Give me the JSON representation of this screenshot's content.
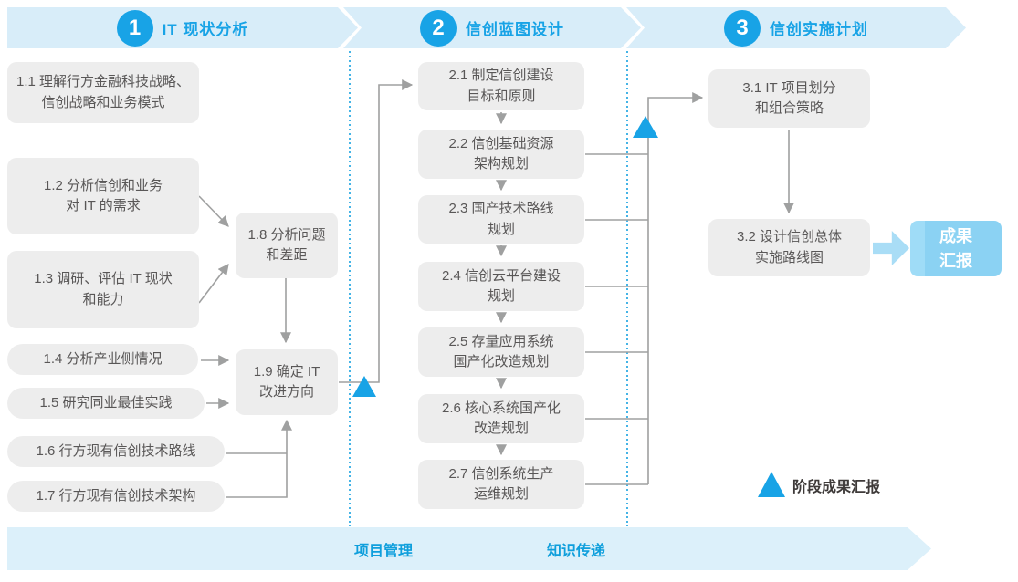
{
  "colors": {
    "accent_blue": "#18A3E6",
    "banner_bg": "#D8EDF9",
    "footer_banner_bg": "#DCF0FA",
    "node_bg": "#EDEDED",
    "node_text": "#595757",
    "connector_gray": "#9FA0A0",
    "result_box_bg": "#8BD2F3",
    "fat_arrow_blue": "#A9DDF6",
    "legend_text": "#3E3A39"
  },
  "phases": [
    {
      "number": "1",
      "title": "IT 现状分析"
    },
    {
      "number": "2",
      "title": "信创蓝图设计"
    },
    {
      "number": "3",
      "title": "信创实施计划"
    }
  ],
  "nodes": {
    "n11": "1.1 理解行方金融科技战略、\n信创战略和业务模式",
    "n12": "1.2 分析信创和业务\n对 IT 的需求",
    "n13": "1.3 调研、评估 IT 现状\n和能力",
    "n14": "1.4 分析产业侧情况",
    "n15": "1.5 研究同业最佳实践",
    "n16": "1.6 行方现有信创技术路线",
    "n17": "1.7 行方现有信创技术架构",
    "n18": "1.8 分析问题\n和差距",
    "n19": "1.9 确定 IT\n改进方向",
    "n21": "2.1 制定信创建设\n目标和原则",
    "n22": "2.2 信创基础资源\n架构规划",
    "n23": "2.3 国产技术路线\n规划",
    "n24": "2.4 信创云平台建设\n规划",
    "n25": "2.5 存量应用系统\n国产化改造规划",
    "n26": "2.6 核心系统国产化\n改造规划",
    "n27": "2.7 信创系统生产\n运维规划",
    "n31": "3.1 IT 项目划分\n和组合策略",
    "n32": "3.2 设计信创总体\n实施路线图"
  },
  "result_box": {
    "label": "成果\n汇报"
  },
  "footer": {
    "labels": [
      "项目管理",
      "知识传递"
    ]
  },
  "legend": {
    "label": "阶段成果汇报"
  }
}
